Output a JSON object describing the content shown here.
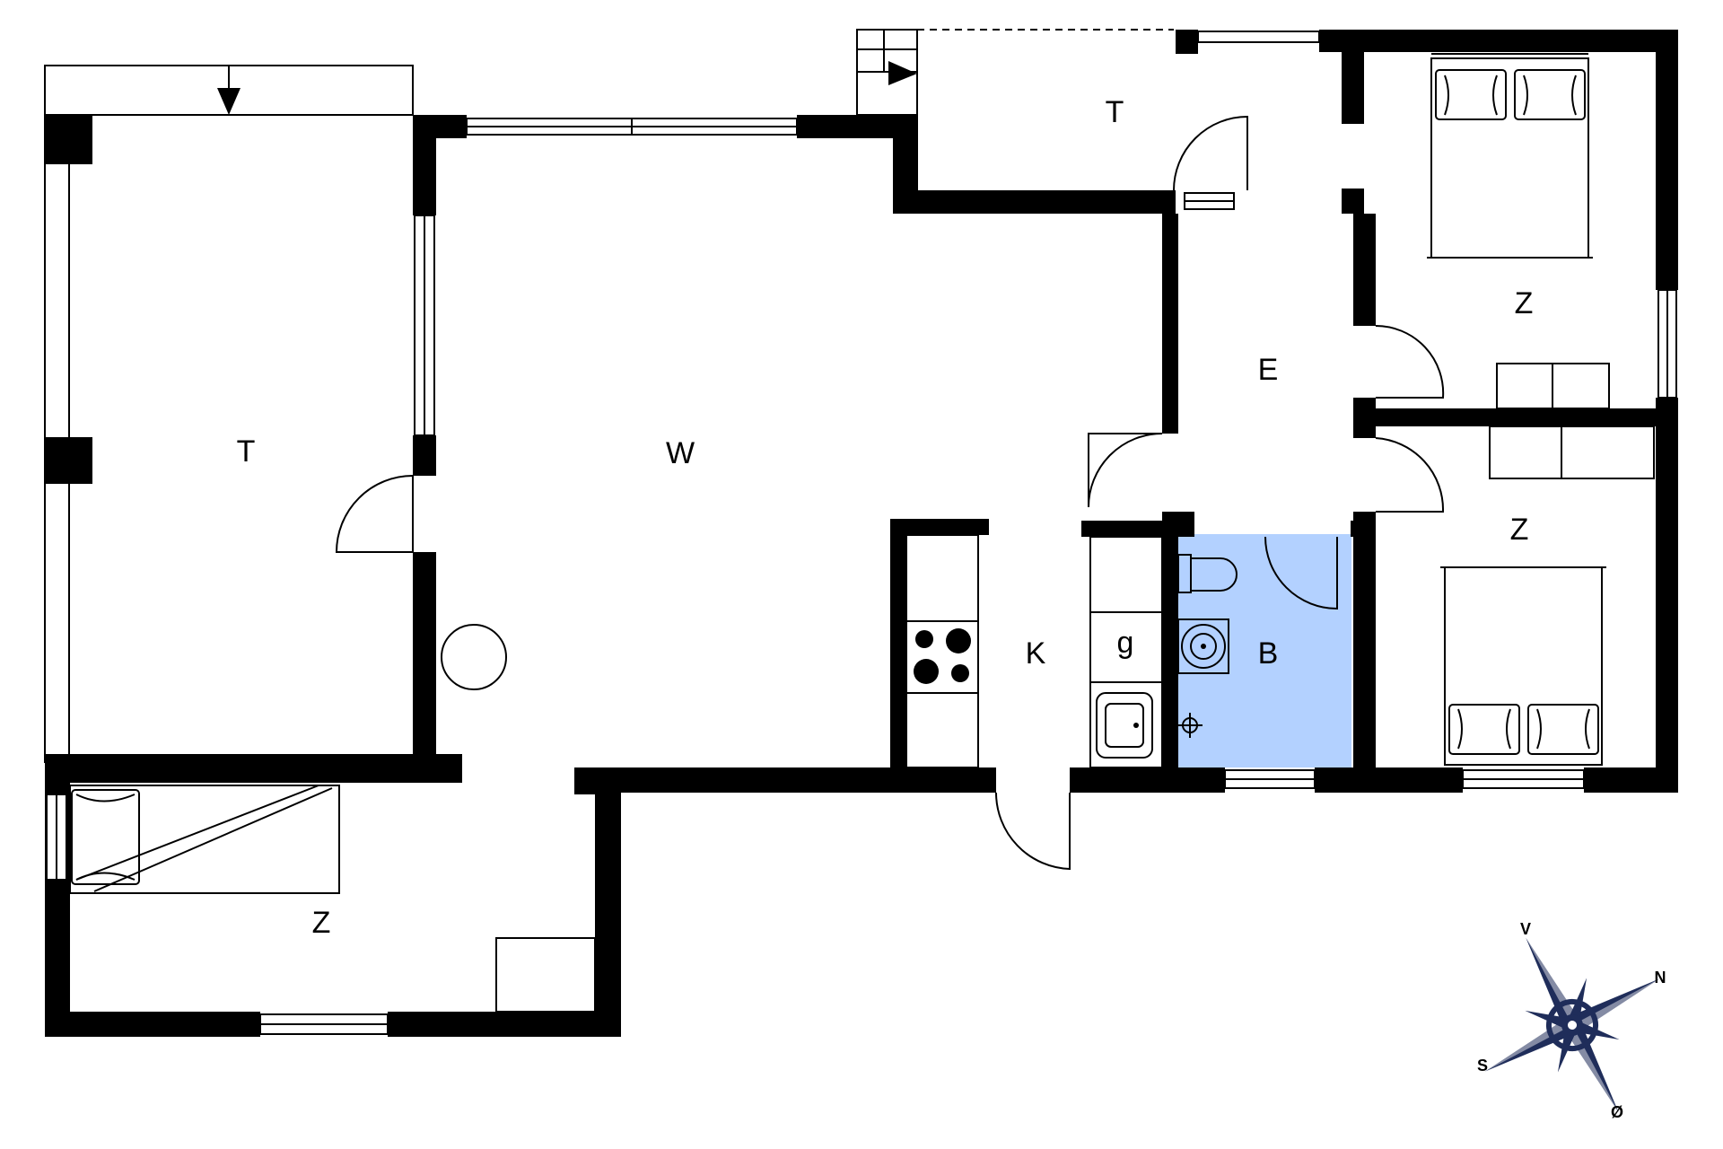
{
  "colors": {
    "wall": "#000000",
    "bathroom": "#b3d1ff",
    "compass": "#1f2d5a"
  },
  "rooms": {
    "terrace_west": "T",
    "terrace_north": "T",
    "living": "W",
    "entry": "E",
    "bedroom_ne": "Z",
    "bedroom_se": "Z",
    "bedroom_sw": "Z",
    "kitchen": "K",
    "bathroom": "B",
    "utility": "g"
  },
  "compass": {
    "north": "N",
    "south": "S",
    "east": "Ø",
    "west": "V"
  },
  "icons": [
    "compass-rose-icon",
    "stove-icon",
    "sink-icon",
    "toilet-icon",
    "washbasin-icon",
    "double-bed-icon",
    "arrow-icon"
  ]
}
